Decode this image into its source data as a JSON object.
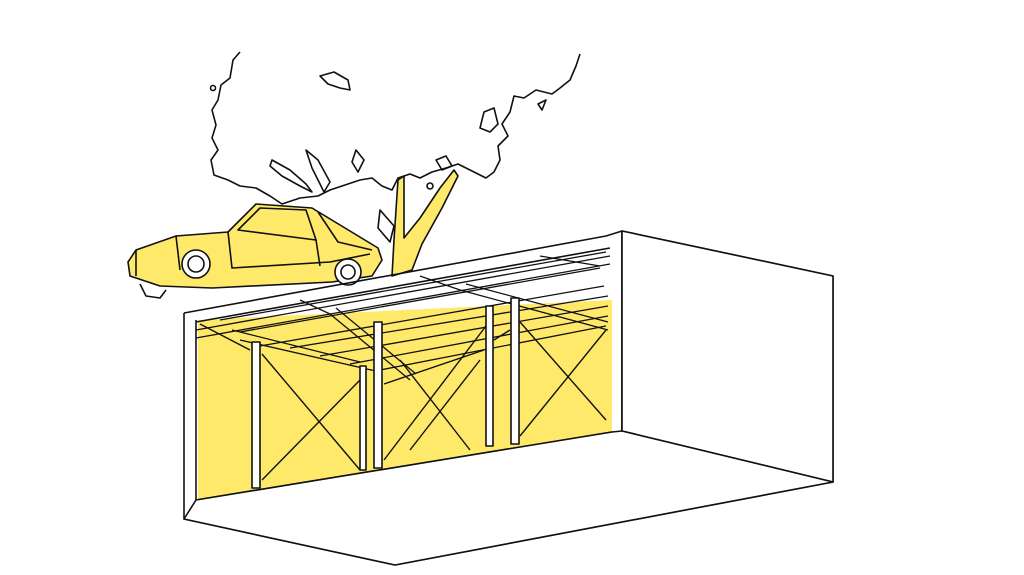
{
  "colors": {
    "accent": "#FFE96A",
    "stroke": "#111111",
    "background": "#FFFFFF"
  },
  "icons": [
    "tree-illustration",
    "car-illustration",
    "underground-structure-illustration"
  ]
}
